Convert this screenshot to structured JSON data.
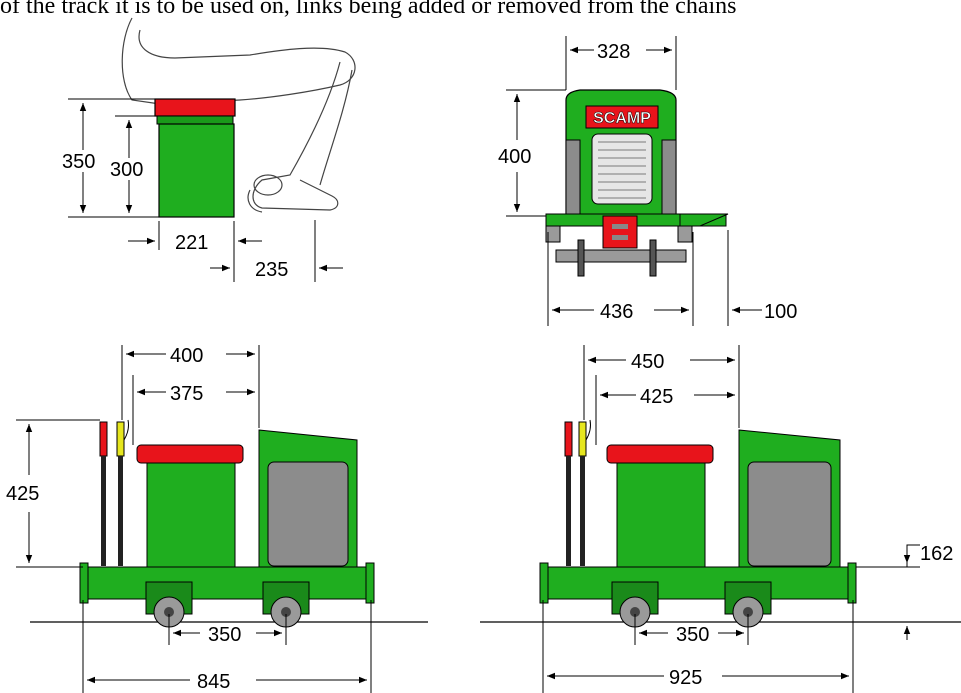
{
  "caption": "of the track it is to be used on, links being added or removed from the chains",
  "logo_text": "SCAMP",
  "colors": {
    "body_green": "#1fae1f",
    "dark_green": "#0a6a0a",
    "seat_red": "#e8141b",
    "lever_yellow": "#e6e61e",
    "panel_gray": "#8c8c8c",
    "wheel_gray": "#9a9a9a",
    "line": "#000000"
  },
  "side_view": {
    "seat_height": "350",
    "box_height": "300",
    "box_width": "221",
    "knee_clearance": "235"
  },
  "front_view": {
    "bonnet_width": "328",
    "bonnet_height": "400",
    "track_width": "436",
    "footplate_overhang": "100"
  },
  "loco_left": {
    "length_top_outer": "400",
    "length_top_inner": "375",
    "height": "425",
    "wheelbase": "350",
    "overall_length": "845"
  },
  "loco_right": {
    "length_top_outer": "450",
    "length_top_inner": "425",
    "frame_height": "162",
    "wheelbase": "350",
    "overall_length": "925"
  }
}
